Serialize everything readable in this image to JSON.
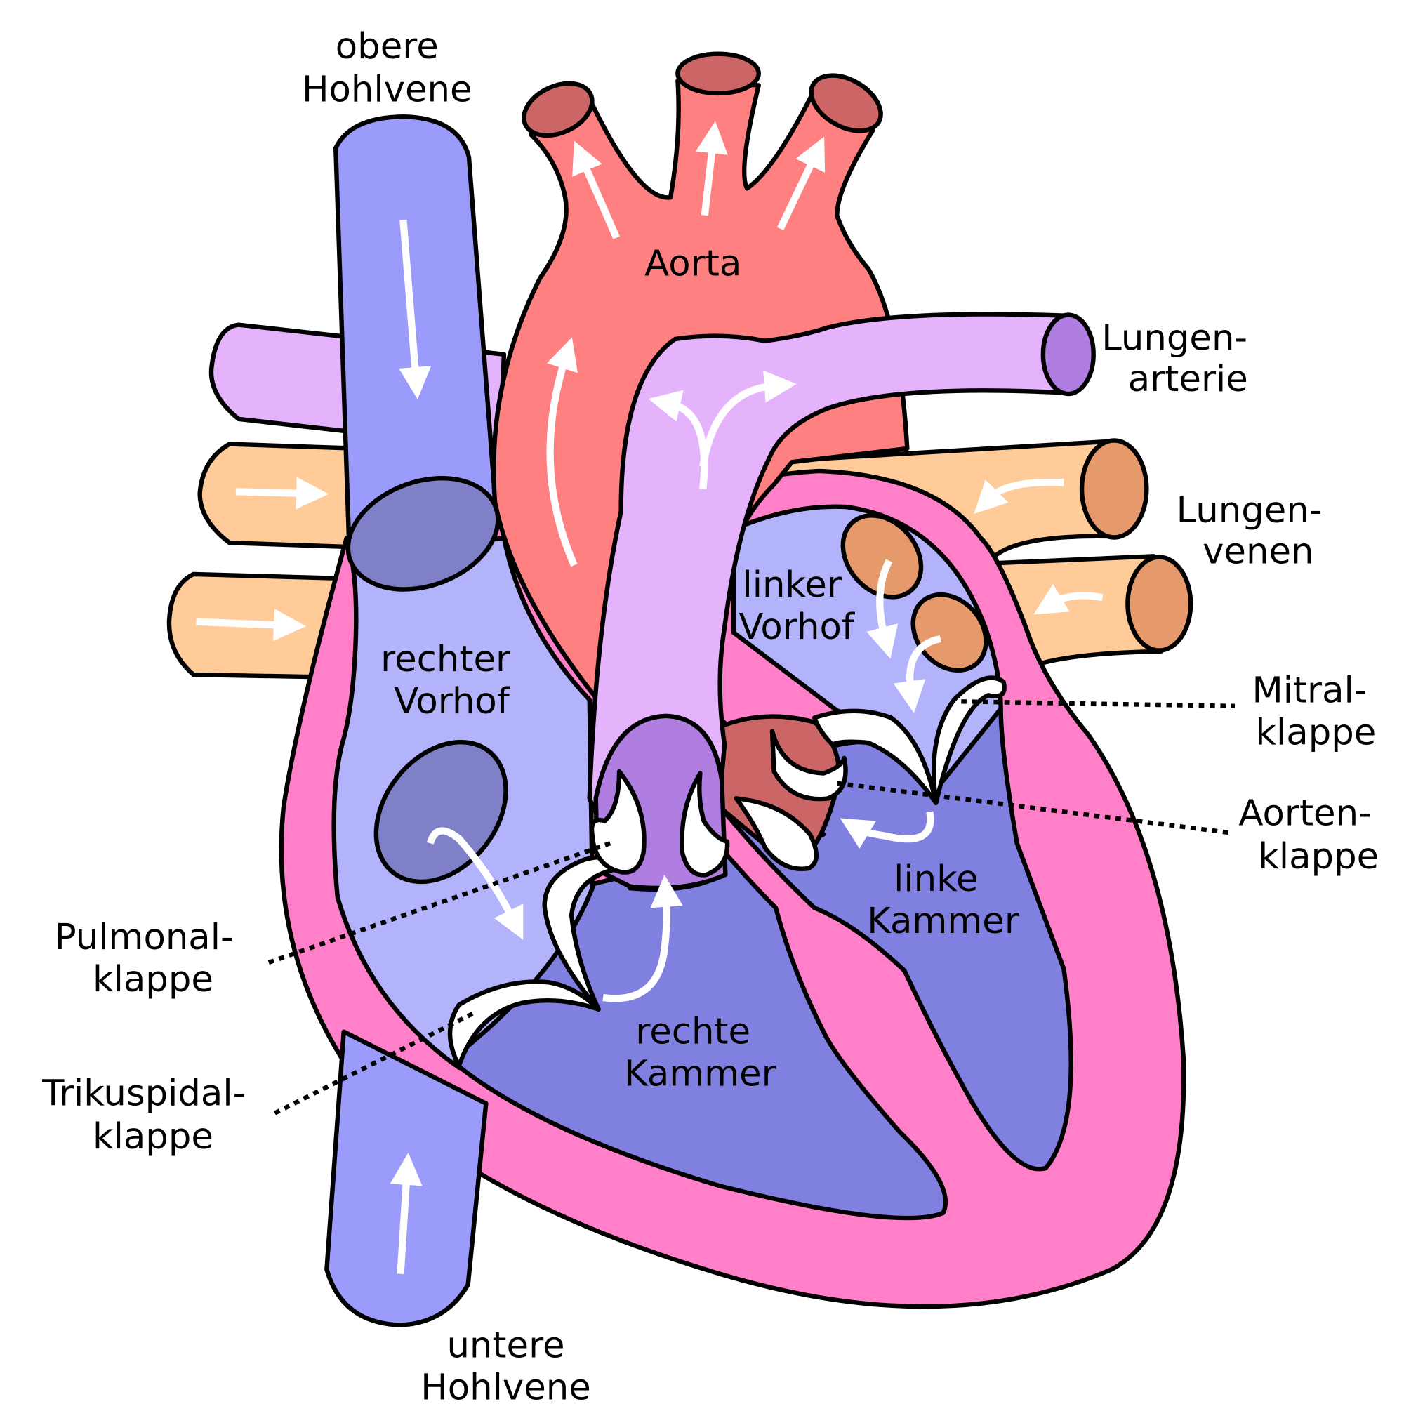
{
  "labels": {
    "svc": [
      "obere",
      "Hohlvene"
    ],
    "ivc": [
      "untere",
      "Hohlvene"
    ],
    "aorta": "Aorta",
    "pulmonary_artery": [
      "Lungen-",
      "arterie"
    ],
    "pulmonary_veins": [
      "Lungen-",
      "venen"
    ],
    "right_atrium": [
      "rechter",
      "Vorhof"
    ],
    "left_atrium": [
      "linker",
      "Vorhof"
    ],
    "right_ventricle": [
      "rechte",
      "Kammer"
    ],
    "left_ventricle": [
      "linke",
      "Kammer"
    ],
    "mitral_valve": [
      "Mitral-",
      "klappe"
    ],
    "aortic_valve": [
      "Aorten-",
      "klappe"
    ],
    "pulmonary_valve": [
      "Pulmonal-",
      "klappe"
    ],
    "tricuspid_valve": [
      "Trikuspidal-",
      "klappe"
    ]
  },
  "colors": {
    "deoxygenated_vessel": "#9b9bfb",
    "right_atrium": "#b3b3fb",
    "ventricle": "#8080e0",
    "aorta": "#ff8080",
    "aorta_dark": "#cc6666",
    "pulmonary_artery": "#e5b3fb",
    "pulmonary_purple": "#b07de0",
    "pulmonary_vein": "#ffcc99",
    "pulmonary_vein_end": "#e6996a",
    "myocardium": "#ff80c8"
  }
}
